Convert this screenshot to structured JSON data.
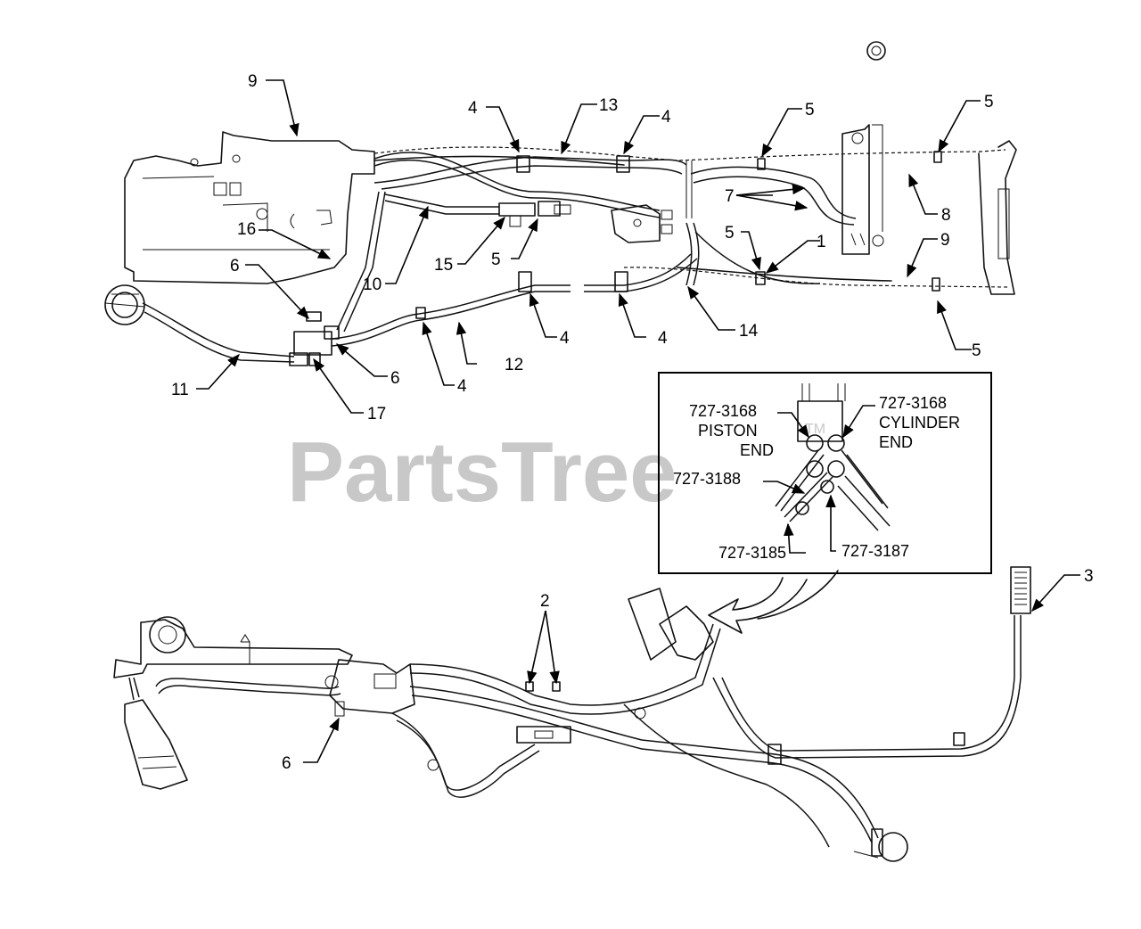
{
  "watermark": {
    "text": "PartsTree",
    "tm": "TM"
  },
  "callouts": {
    "c1": "1",
    "c2": "2",
    "c3": "3",
    "c4a": "4",
    "c4b": "4",
    "c4c": "4",
    "c4d": "4",
    "c4e": "4",
    "c5a": "5",
    "c5b": "5",
    "c5c": "5",
    "c5d": "5",
    "c5e": "5",
    "c6a": "6",
    "c6b": "6",
    "c6c": "6",
    "c7": "7",
    "c8": "8",
    "c9a": "9",
    "c9b": "9",
    "c10": "10",
    "c11": "11",
    "c12": "12",
    "c13": "13",
    "c14": "14",
    "c15": "15",
    "c16": "16",
    "c17": "17"
  },
  "inset": {
    "piston_part": "727-3168",
    "piston_l1": "PISTON",
    "piston_l2": "END",
    "cylinder_part": "727-3168",
    "cylinder_l1": "CYLINDER",
    "cylinder_l2": "END",
    "part_3188": "727-3188",
    "part_3185": "727-3185",
    "part_3187": "727-3187"
  }
}
